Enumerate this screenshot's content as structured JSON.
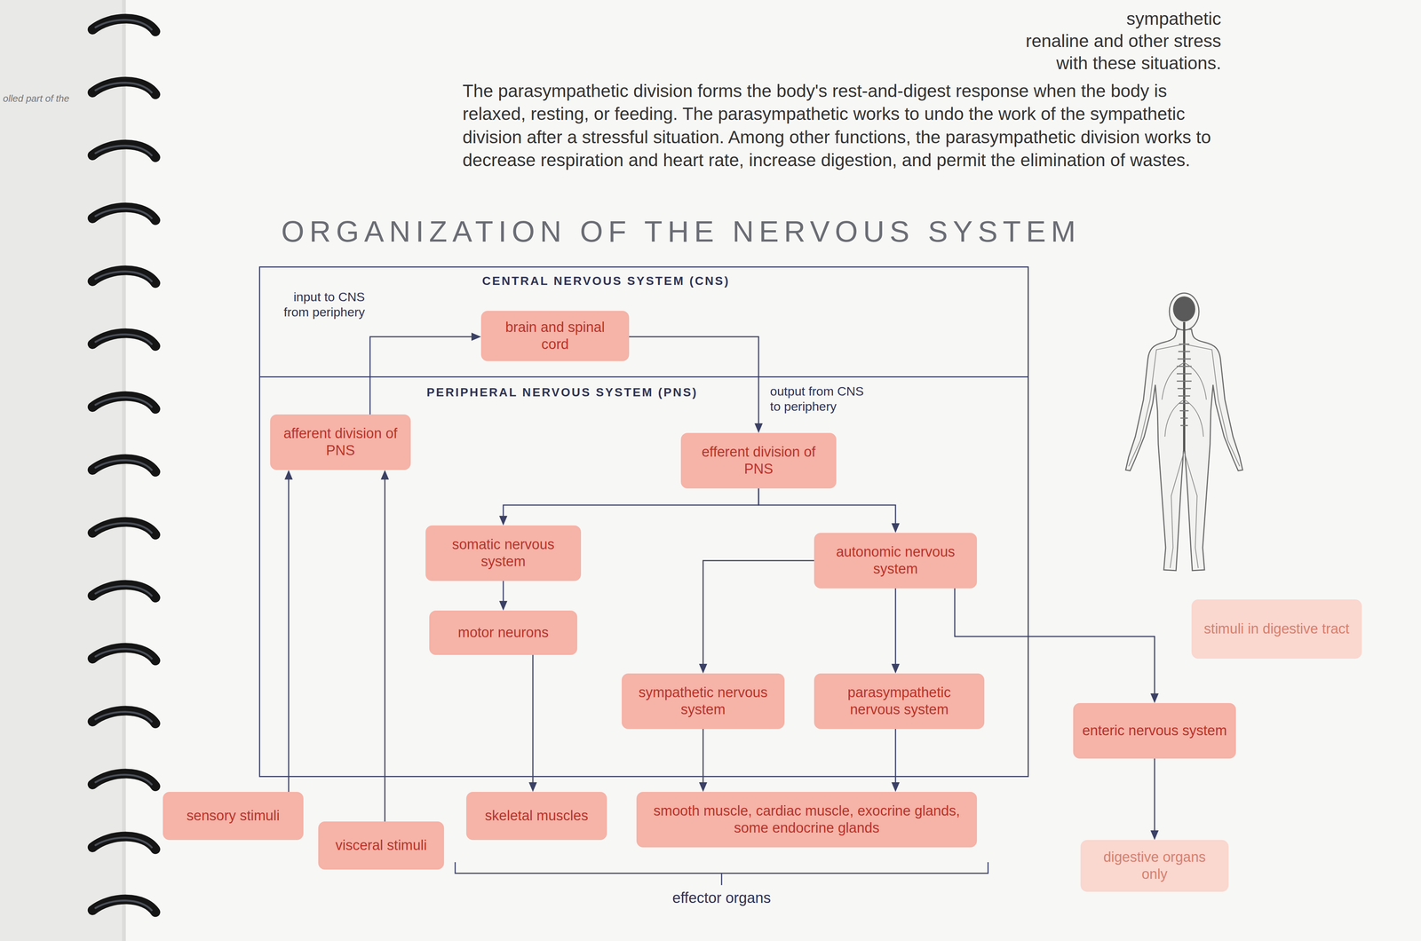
{
  "diagram": {
    "title": "ORGANIZATION OF THE NERVOUS SYSTEM",
    "nodes": [
      {
        "text": [
          "CENTRAL NERVOUS SYSTEM (CNS)"
        ]
      },
      {
        "text": [
          "brain and spinal cord"
        ],
        "in": 0
      },
      {
        "text": [
          "PERIPHERAL NERVOUS SYSTEM (PNS)"
        ]
      },
      {
        "text": [
          "afferent division of PNS"
        ],
        "in": 2
      },
      {
        "text": [
          "efferent division of PNS"
        ],
        "in": 2
      },
      {
        "text": [
          "somatic nervous system"
        ],
        "in": 2
      },
      {
        "text": [
          "autonomic nervous system"
        ],
        "in": 2
      },
      {
        "text": [
          "motor neurons"
        ],
        "in": 2
      },
      {
        "text": [
          "sympathetic nervous system"
        ],
        "in": 2
      },
      {
        "text": [
          "parasympathetic nervous system"
        ],
        "in": 2
      },
      {
        "text": [
          "stimuli in digestive tract"
        ]
      },
      {
        "text": [
          "enteric nervous system"
        ]
      },
      {
        "text": [
          "sensory stimuli"
        ]
      },
      {
        "text": [
          "visceral stimuli"
        ]
      },
      {
        "text": [
          "skeletal muscles"
        ]
      },
      {
        "text": [
          "smooth muscle, cardiac muscle, exocrine glands, some endocrine glands"
        ]
      },
      {
        "text": [
          "digestive organs only"
        ]
      }
    ],
    "edges": [
      {
        "from": 12,
        "to": 3,
        "arrow": "to"
      },
      {
        "from": 13,
        "to": 3,
        "arrow": "to"
      },
      {
        "from": 3,
        "to": 1,
        "label": "input to CNS from periphery",
        "arrow": "to"
      },
      {
        "from": 1,
        "to": 4,
        "label": "output from CNS to periphery",
        "arrow": "to"
      },
      {
        "from": 4,
        "to": 5,
        "arrow": "to"
      },
      {
        "from": 4,
        "to": 6,
        "arrow": "to"
      },
      {
        "from": 5,
        "to": 7,
        "arrow": "to"
      },
      {
        "from": 7,
        "to": 14,
        "arrow": "to"
      },
      {
        "from": 6,
        "to": 8,
        "arrow": "to"
      },
      {
        "from": 6,
        "to": 9,
        "arrow": "to"
      },
      {
        "from": 6,
        "to": 11,
        "arrow": "to"
      },
      {
        "from": 8,
        "to": 15,
        "arrow": "to"
      },
      {
        "from": 9,
        "to": 15,
        "arrow": "to"
      },
      {
        "from": 11,
        "to": 16,
        "arrow": "to"
      }
    ],
    "labels": [
      "sympathetic",
      "renaline and other stress",
      "with these situations.",
      "The parasympathetic division forms the body's rest-and-digest response when the body is relaxed, resting, or feeding. The parasympathetic works to undo the work of the sympathetic division after a stressful situation. Among other functions, the parasympathetic division works to decrease respiration and heart rate, increase digestion, and permit the elimination of wastes.",
      "effector organs",
      "olled part of the"
    ]
  }
}
